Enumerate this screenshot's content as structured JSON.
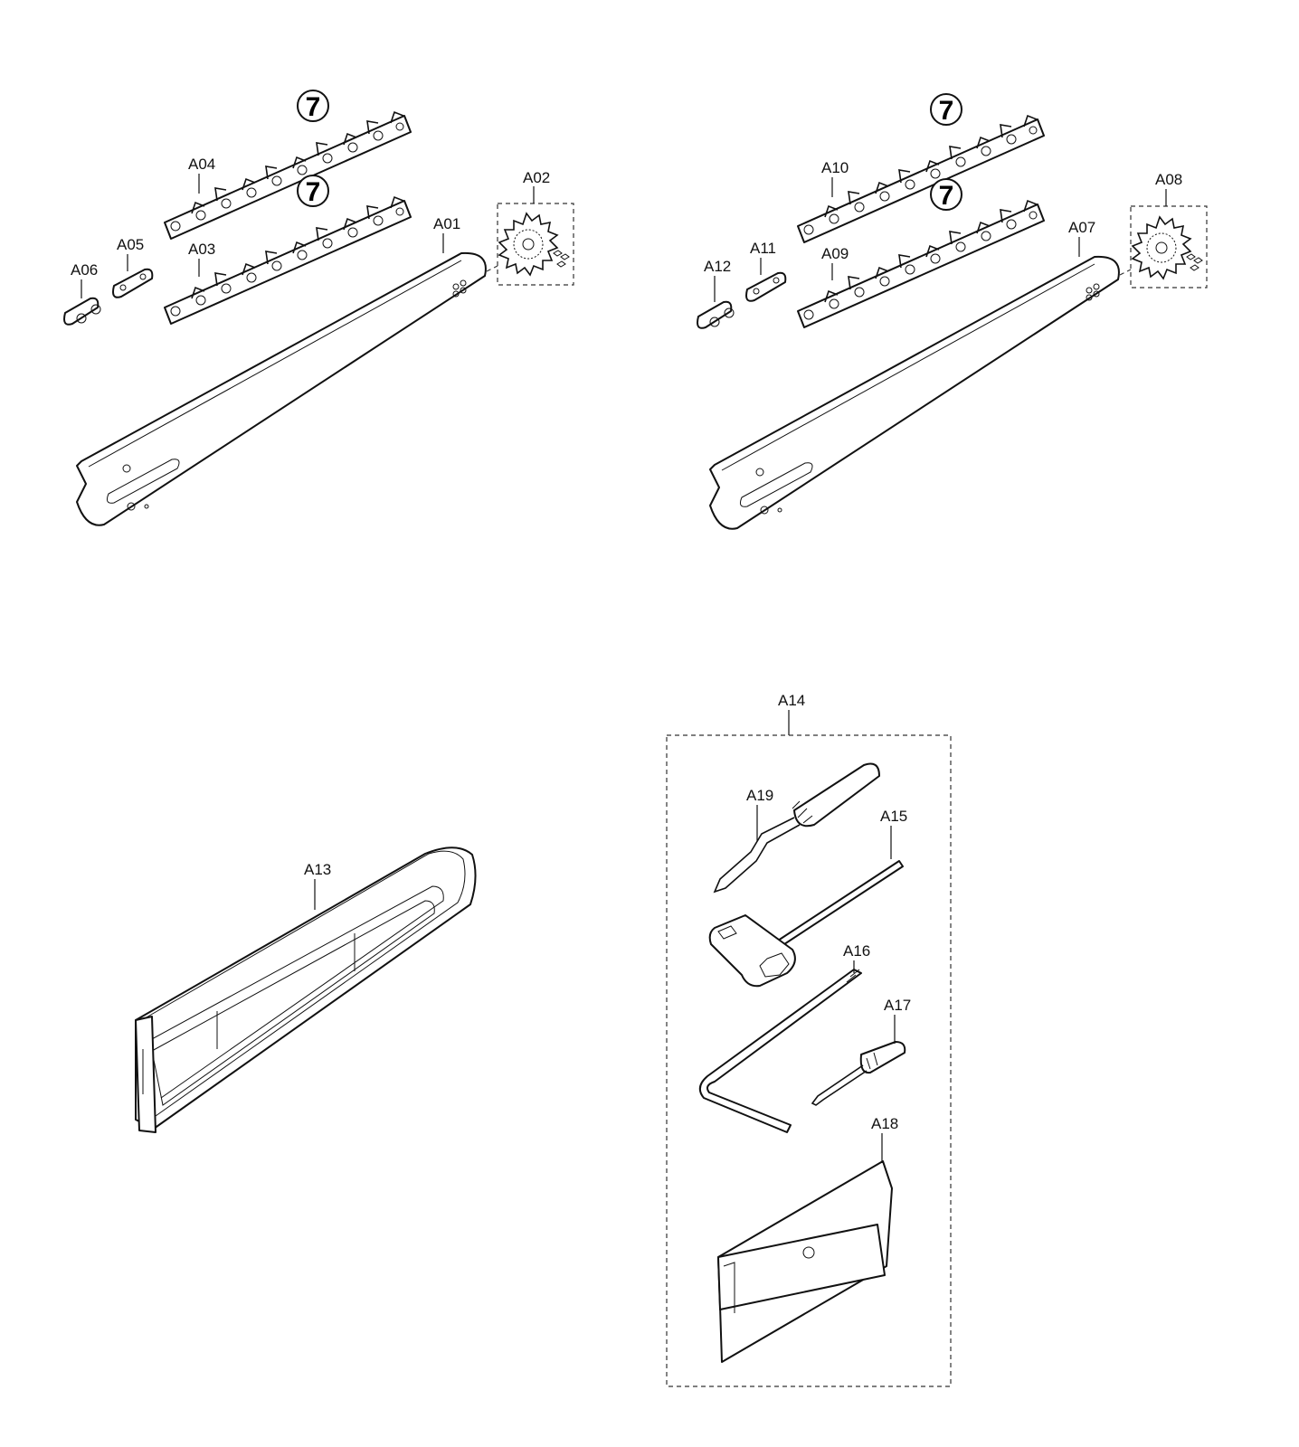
{
  "labels": {
    "a01": "A01",
    "a02": "A02",
    "a03": "A03",
    "a04": "A04",
    "a05": "A05",
    "a06": "A06",
    "a07": "A07",
    "a08": "A08",
    "a09": "A09",
    "a10": "A10",
    "a11": "A11",
    "a12": "A12",
    "a13": "A13",
    "a14": "A14",
    "a15": "A15",
    "a16": "A16",
    "a17": "A17",
    "a18": "A18",
    "a19": "A19"
  },
  "badge_symbol": "7"
}
